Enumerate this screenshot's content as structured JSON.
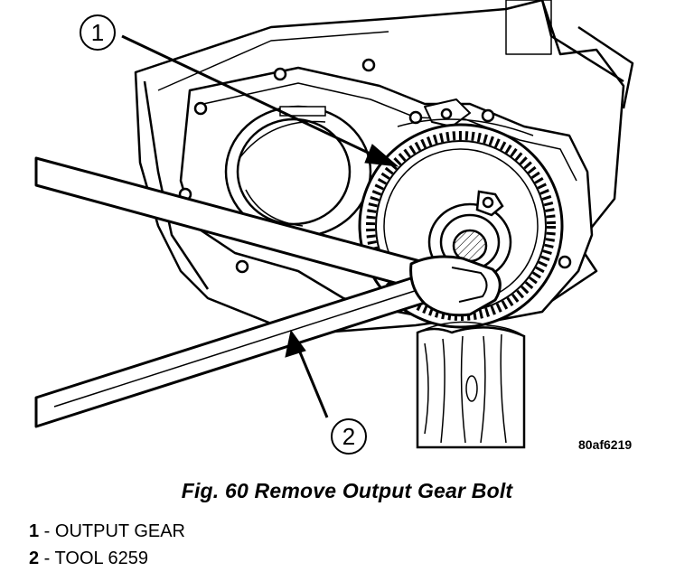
{
  "callouts": [
    {
      "number": "1"
    },
    {
      "number": "2"
    }
  ],
  "image_code": "80af6219",
  "caption": "Fig. 60 Remove Output Gear Bolt",
  "legend": [
    {
      "number": "1",
      "separator": " - ",
      "text": "OUTPUT GEAR"
    },
    {
      "number": "2",
      "separator": " - ",
      "text": "TOOL 6259"
    }
  ]
}
